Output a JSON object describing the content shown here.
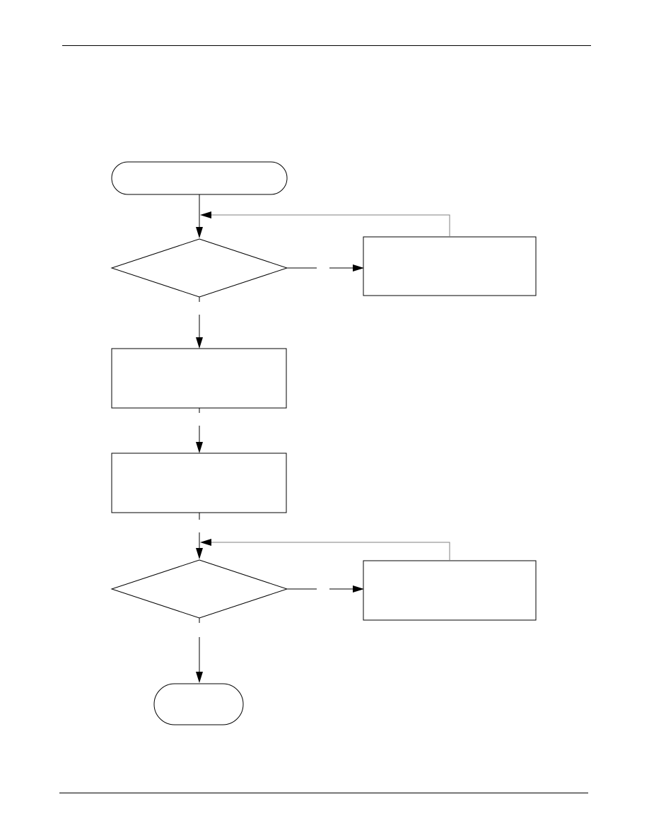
{
  "header": {
    "text": ""
  },
  "footer": {
    "text": ""
  },
  "flowchart": {
    "nodes": [
      {
        "id": "start",
        "shape": "terminator",
        "label": ""
      },
      {
        "id": "decision-1",
        "shape": "decision",
        "label": ""
      },
      {
        "id": "side-process-1",
        "shape": "process",
        "label": ""
      },
      {
        "id": "process-1",
        "shape": "process",
        "label": ""
      },
      {
        "id": "process-2",
        "shape": "process",
        "label": ""
      },
      {
        "id": "decision-2",
        "shape": "decision",
        "label": ""
      },
      {
        "id": "side-process-2",
        "shape": "process",
        "label": ""
      },
      {
        "id": "end",
        "shape": "terminator",
        "label": ""
      }
    ],
    "edges": [
      {
        "from": "start",
        "to": "decision-1",
        "label": ""
      },
      {
        "from": "decision-1",
        "to": "side-process-1",
        "label": ""
      },
      {
        "from": "side-process-1",
        "to": "decision-1",
        "label": ""
      },
      {
        "from": "decision-1",
        "to": "process-1",
        "label": ""
      },
      {
        "from": "process-1",
        "to": "process-2",
        "label": ""
      },
      {
        "from": "process-2",
        "to": "decision-2",
        "label": ""
      },
      {
        "from": "decision-2",
        "to": "side-process-2",
        "label": ""
      },
      {
        "from": "side-process-2",
        "to": "decision-2",
        "label": ""
      },
      {
        "from": "decision-2",
        "to": "end",
        "label": ""
      }
    ]
  },
  "colors": {
    "stroke": "#000000",
    "loop_line": "#808080",
    "fill": "#ffffff"
  }
}
